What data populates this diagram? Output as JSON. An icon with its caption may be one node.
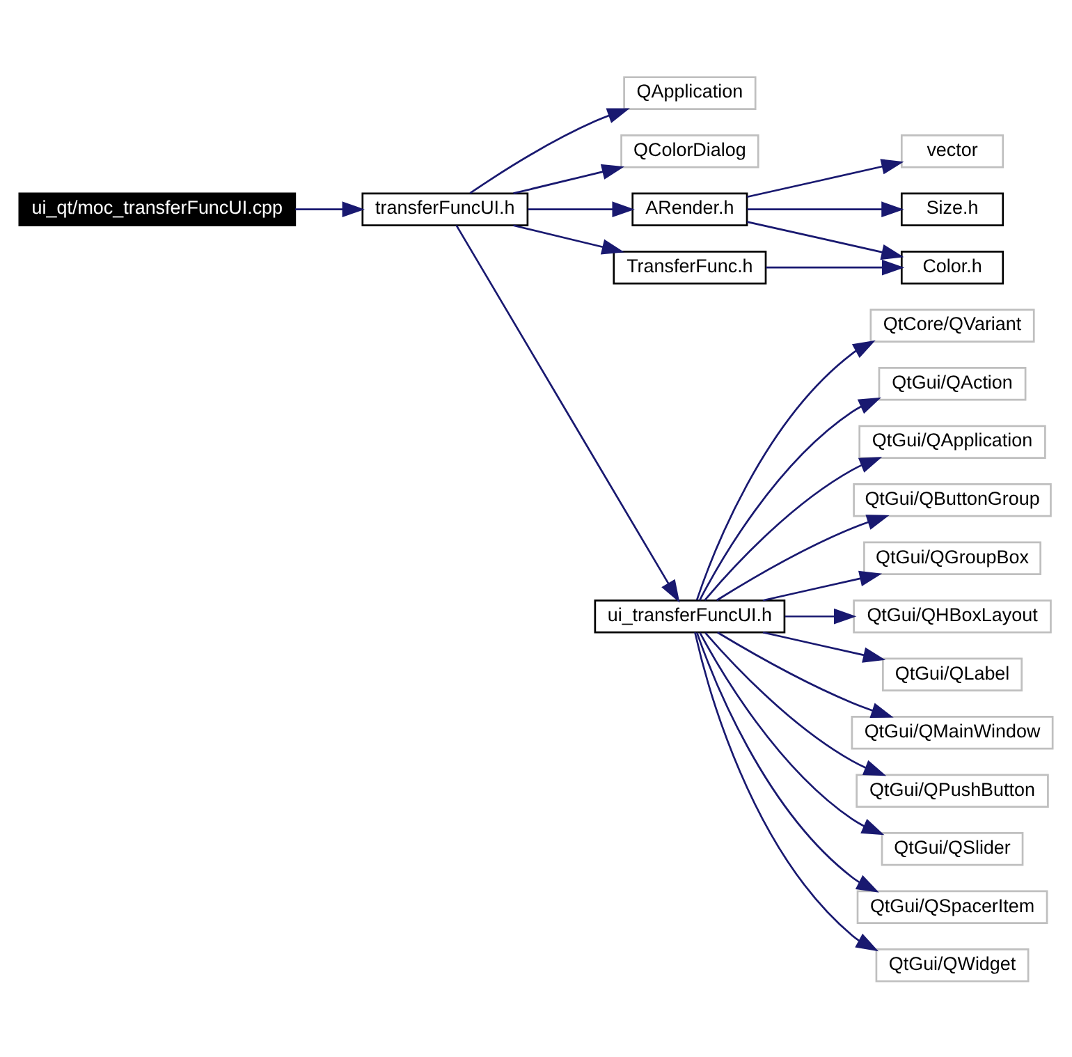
{
  "diagram": {
    "nodes": [
      {
        "text": [
          "ui_qt/moc_transferFuncUI.cpp"
        ]
      },
      {
        "text": [
          "transferFuncUI.h"
        ]
      },
      {
        "text": [
          "QApplication"
        ]
      },
      {
        "text": [
          "QColorDialog"
        ]
      },
      {
        "text": [
          "ARender.h"
        ]
      },
      {
        "text": [
          "TransferFunc.h"
        ]
      },
      {
        "text": [
          "vector"
        ]
      },
      {
        "text": [
          "Size.h"
        ]
      },
      {
        "text": [
          "Color.h"
        ]
      },
      {
        "text": [
          "ui_transferFuncUI.h"
        ]
      },
      {
        "text": [
          "QtCore/QVariant"
        ]
      },
      {
        "text": [
          "QtGui/QAction"
        ]
      },
      {
        "text": [
          "QtGui/QApplication"
        ]
      },
      {
        "text": [
          "QtGui/QButtonGroup"
        ]
      },
      {
        "text": [
          "QtGui/QGroupBox"
        ]
      },
      {
        "text": [
          "QtGui/QHBoxLayout"
        ]
      },
      {
        "text": [
          "QtGui/QLabel"
        ]
      },
      {
        "text": [
          "QtGui/QMainWindow"
        ]
      },
      {
        "text": [
          "QtGui/QPushButton"
        ]
      },
      {
        "text": [
          "QtGui/QSlider"
        ]
      },
      {
        "text": [
          "QtGui/QSpacerItem"
        ]
      },
      {
        "text": [
          "QtGui/QWidget"
        ]
      }
    ],
    "edges": [
      {
        "from": 0,
        "to": 1,
        "arrow": "to"
      },
      {
        "from": 1,
        "to": 2,
        "arrow": "to"
      },
      {
        "from": 1,
        "to": 3,
        "arrow": "to"
      },
      {
        "from": 1,
        "to": 4,
        "arrow": "to"
      },
      {
        "from": 1,
        "to": 5,
        "arrow": "to"
      },
      {
        "from": 1,
        "to": 9,
        "arrow": "to"
      },
      {
        "from": 4,
        "to": 6,
        "arrow": "to"
      },
      {
        "from": 4,
        "to": 7,
        "arrow": "to"
      },
      {
        "from": 4,
        "to": 8,
        "arrow": "to"
      },
      {
        "from": 5,
        "to": 8,
        "arrow": "to"
      },
      {
        "from": 9,
        "to": 10,
        "arrow": "to"
      },
      {
        "from": 9,
        "to": 11,
        "arrow": "to"
      },
      {
        "from": 9,
        "to": 12,
        "arrow": "to"
      },
      {
        "from": 9,
        "to": 13,
        "arrow": "to"
      },
      {
        "from": 9,
        "to": 14,
        "arrow": "to"
      },
      {
        "from": 9,
        "to": 15,
        "arrow": "to"
      },
      {
        "from": 9,
        "to": 16,
        "arrow": "to"
      },
      {
        "from": 9,
        "to": 17,
        "arrow": "to"
      },
      {
        "from": 9,
        "to": 18,
        "arrow": "to"
      },
      {
        "from": 9,
        "to": 19,
        "arrow": "to"
      },
      {
        "from": 9,
        "to": 20,
        "arrow": "to"
      },
      {
        "from": 9,
        "to": 21,
        "arrow": "to"
      }
    ]
  }
}
